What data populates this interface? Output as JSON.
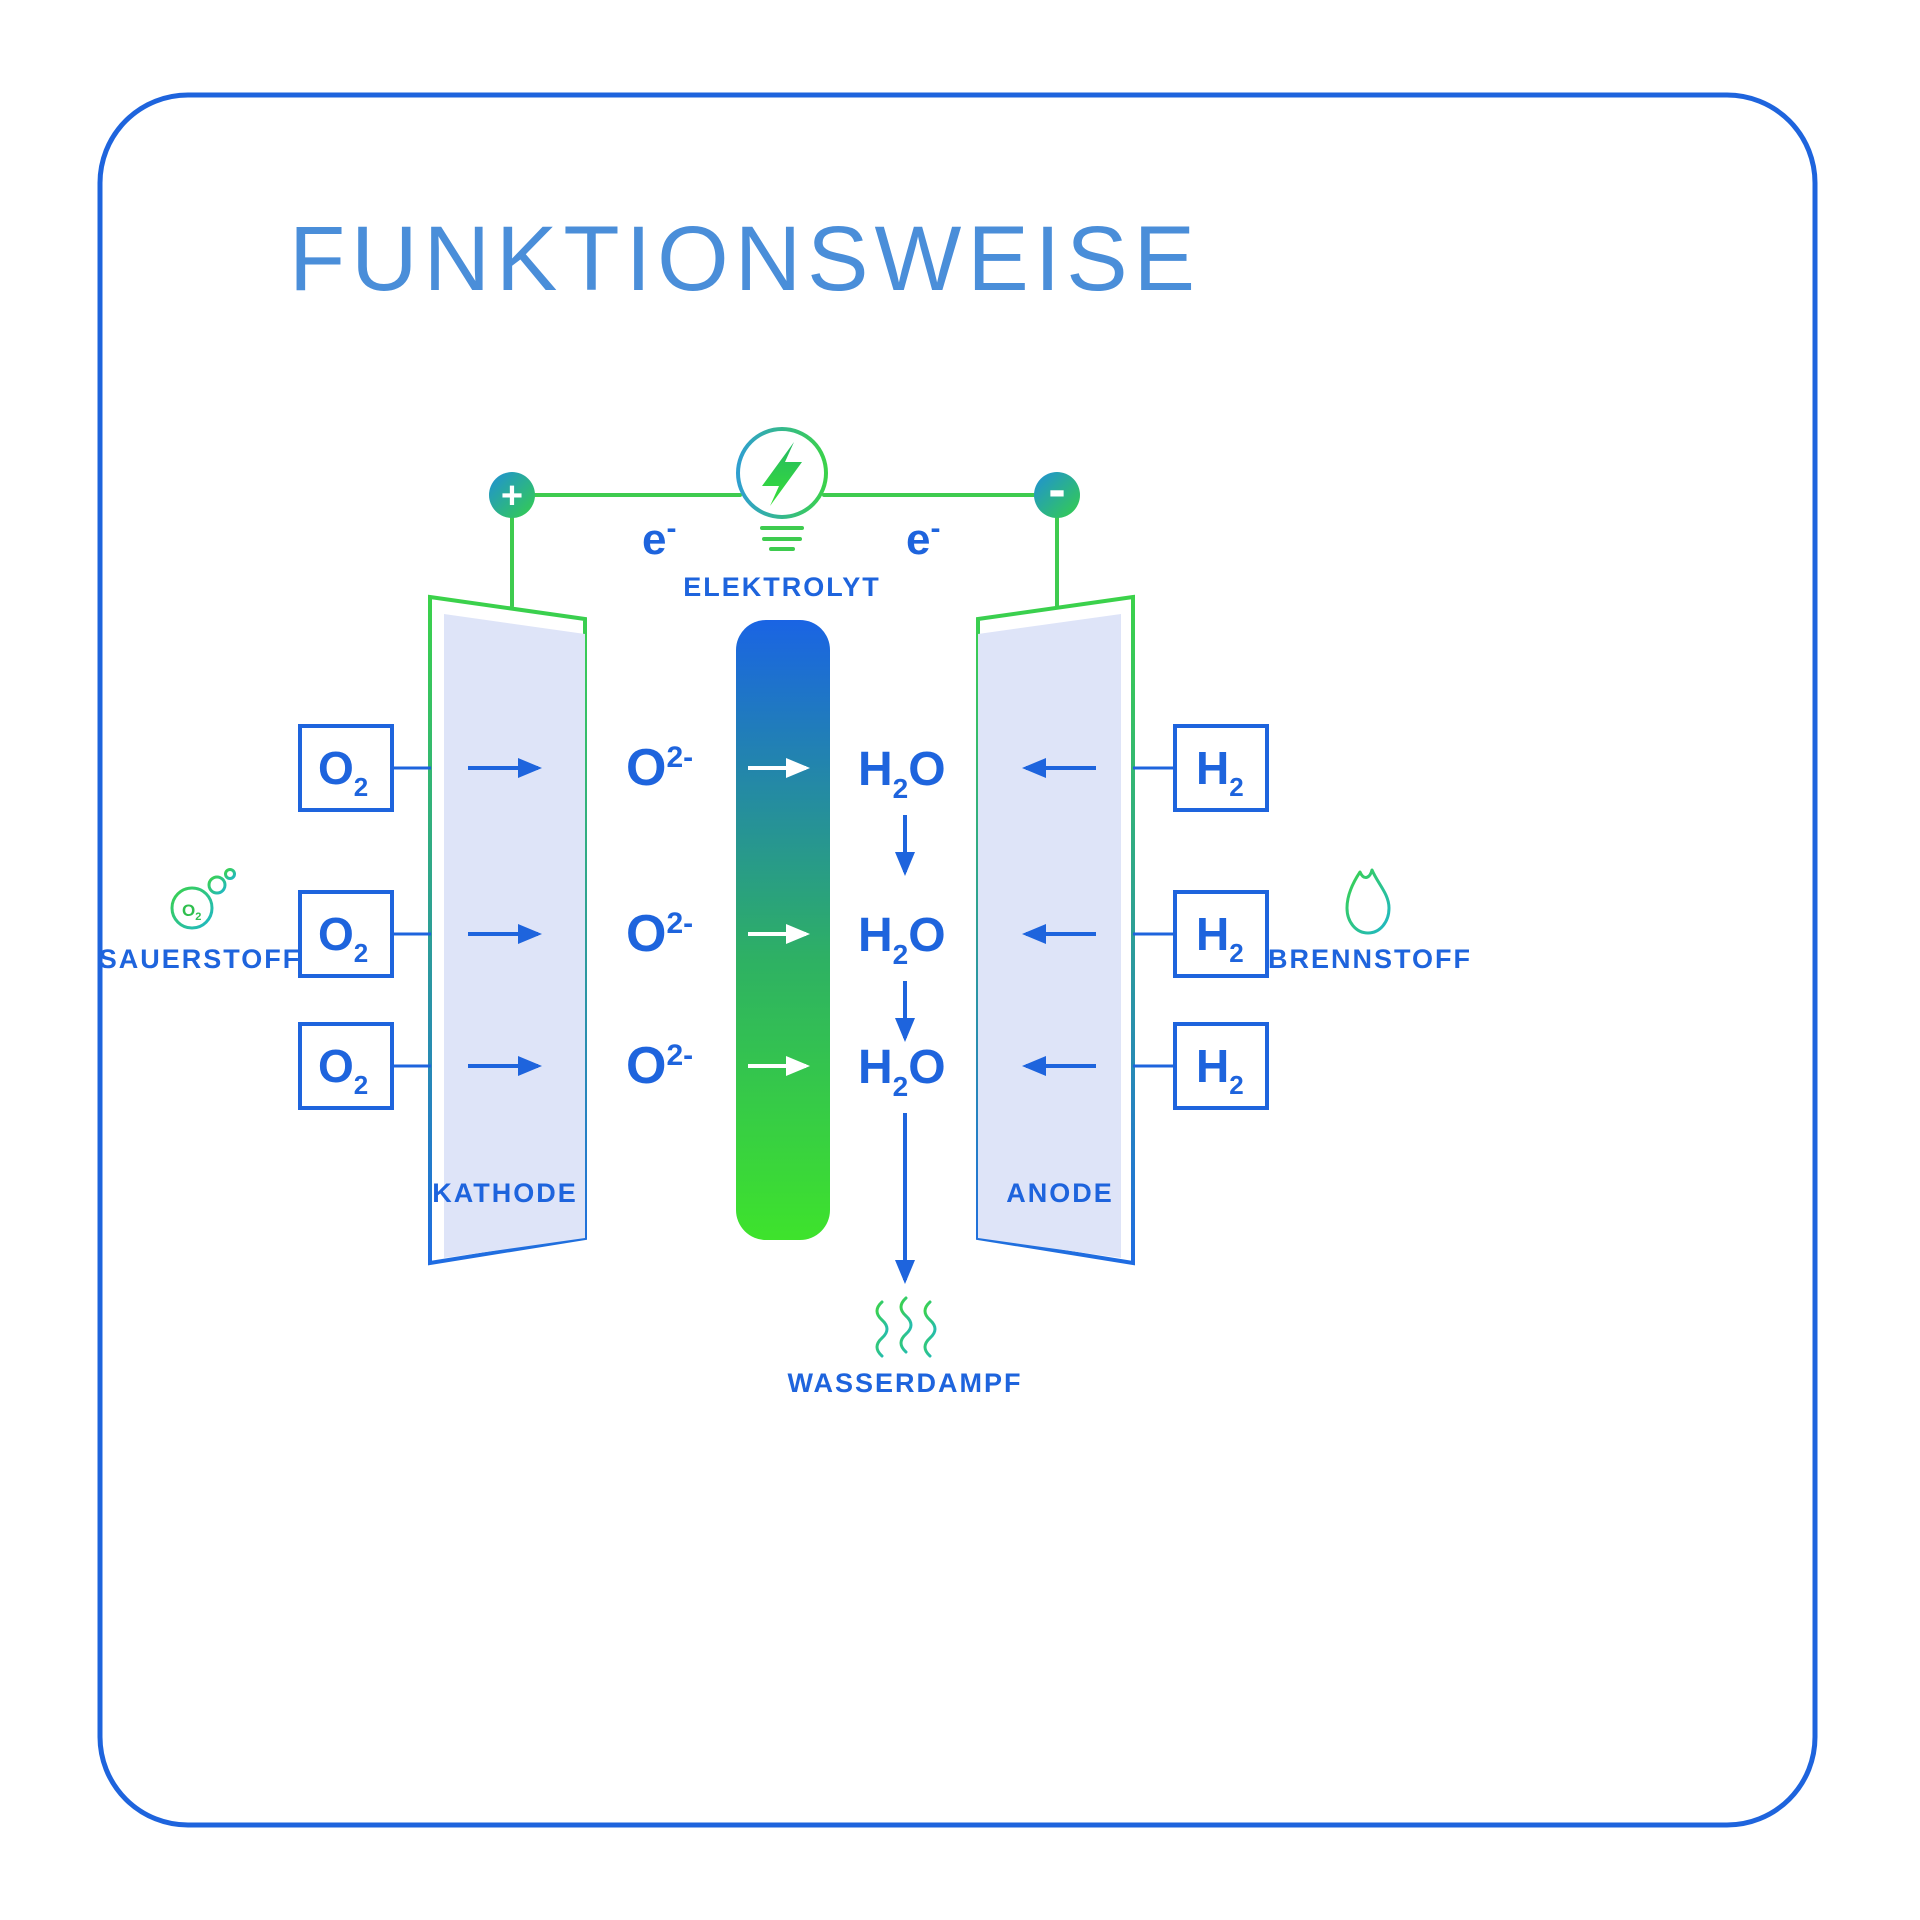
{
  "title": "FUNKTIONSWEISE",
  "colors": {
    "primary_blue": "#1e64dd",
    "title_blue": "#4a8ed9",
    "green": "#3ecb4f",
    "electrolyte_gradient_top": "#1a64e4",
    "electrolyte_gradient_bottom": "#3ee32c",
    "electrode_fill": "#dee4f8"
  },
  "circuit": {
    "plus": "+",
    "minus": "-",
    "electron": {
      "base": "e",
      "sup": "-"
    },
    "electrolyte_label": "ELEKTROLYT"
  },
  "electrodes": {
    "cathode": "KATHODE",
    "anode": "ANODE"
  },
  "oxygen": {
    "box": {
      "base": "O",
      "sub": "2"
    },
    "ion": {
      "base": "O",
      "sup": "2-"
    },
    "label": "SAUERSTOFF",
    "icon": {
      "base": "O",
      "sub": "2"
    }
  },
  "hydrogen": {
    "box": {
      "base": "H",
      "sub": "2"
    },
    "label": "BRENNSTOFF"
  },
  "water": {
    "h": "H",
    "sub": "2",
    "o": "O",
    "label": "WASSERDAMPF"
  }
}
